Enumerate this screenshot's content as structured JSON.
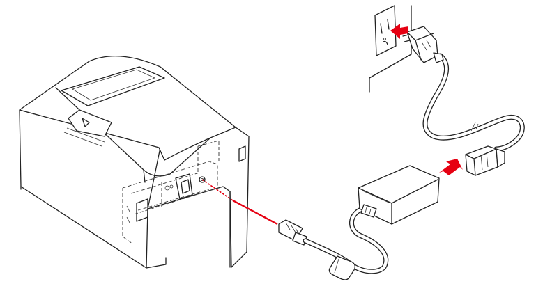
{
  "diagram": {
    "kind": "connection-illustration",
    "colors": {
      "line": "#222222",
      "background": "#ffffff",
      "arrow": "#e60012",
      "guide": "#e60012"
    },
    "parts": [
      {
        "id": "printer",
        "icon": "receipt-printer-icon"
      },
      {
        "id": "wall-outlet",
        "icon": "wall-outlet-icon"
      },
      {
        "id": "ac-plug",
        "icon": "ac-plug-icon"
      },
      {
        "id": "power-cord",
        "icon": "power-cord-icon"
      },
      {
        "id": "ac-adapter",
        "icon": "ac-adapter-icon"
      },
      {
        "id": "dc-plug",
        "icon": "dc-plug-icon"
      },
      {
        "id": "ferrite-core",
        "icon": "ferrite-core-icon"
      }
    ],
    "connections": [
      {
        "from": "ac-plug",
        "to": "wall-outlet",
        "indicator": "red-arrow"
      },
      {
        "from": "power-cord",
        "to": "ac-adapter",
        "indicator": "red-arrow"
      },
      {
        "from": "dc-plug",
        "to": "printer",
        "indicator": "red-guide-line"
      }
    ]
  }
}
